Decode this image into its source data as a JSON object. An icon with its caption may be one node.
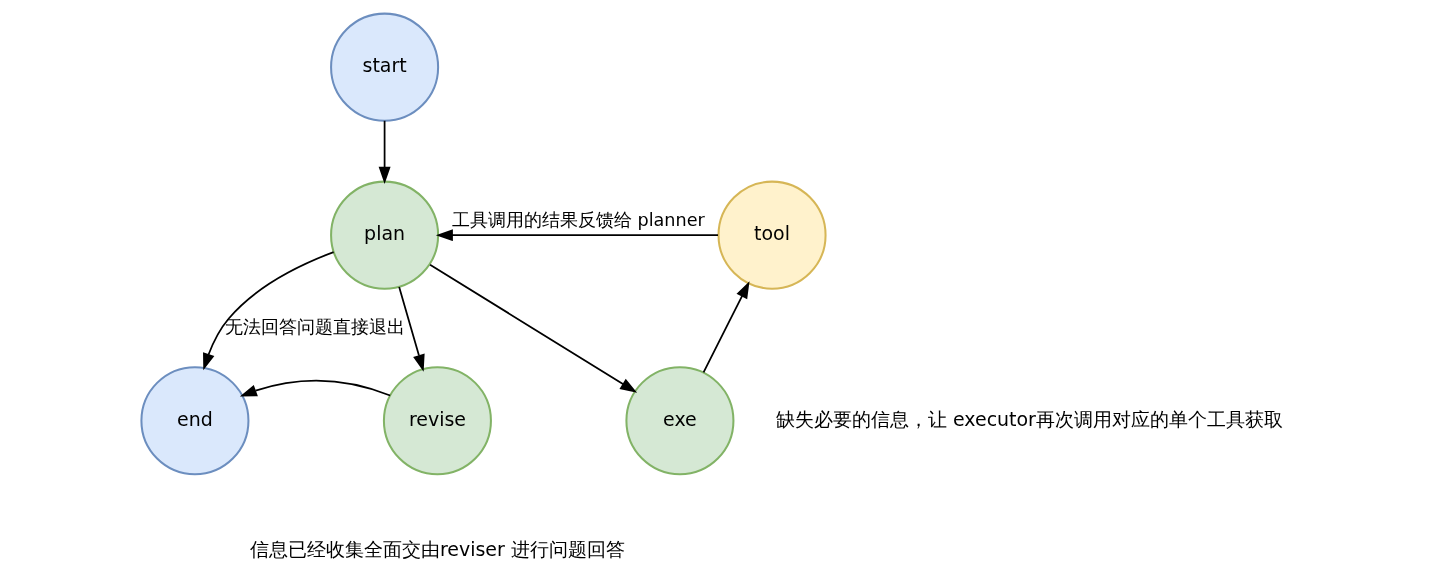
{
  "diagram": {
    "nodes": [
      {
        "text": [
          "start"
        ]
      },
      {
        "text": [
          "plan"
        ]
      },
      {
        "text": [
          "tool"
        ]
      },
      {
        "text": [
          "end"
        ]
      },
      {
        "text": [
          "revise"
        ],
        "beside": [
          "信息已经收集全面交由reviser 进行问题回答"
        ]
      },
      {
        "text": [
          "exe"
        ],
        "beside": [
          "缺失必要的信息，让 executor再次调用对应的单个工具获取"
        ]
      }
    ],
    "edges": [
      {
        "from": 0,
        "to": 1,
        "arrow": "to"
      },
      {
        "from": 2,
        "to": 1,
        "arrow": "to",
        "label": "工具调用的结果反馈给 planner"
      },
      {
        "from": 1,
        "to": 3,
        "arrow": "to",
        "label": "无法回答问题直接退出"
      },
      {
        "from": 1,
        "to": 4,
        "arrow": "to"
      },
      {
        "from": 1,
        "to": 5,
        "arrow": "to"
      },
      {
        "from": 4,
        "to": 3,
        "arrow": "to"
      },
      {
        "from": 5,
        "to": 2,
        "arrow": "to"
      }
    ]
  }
}
